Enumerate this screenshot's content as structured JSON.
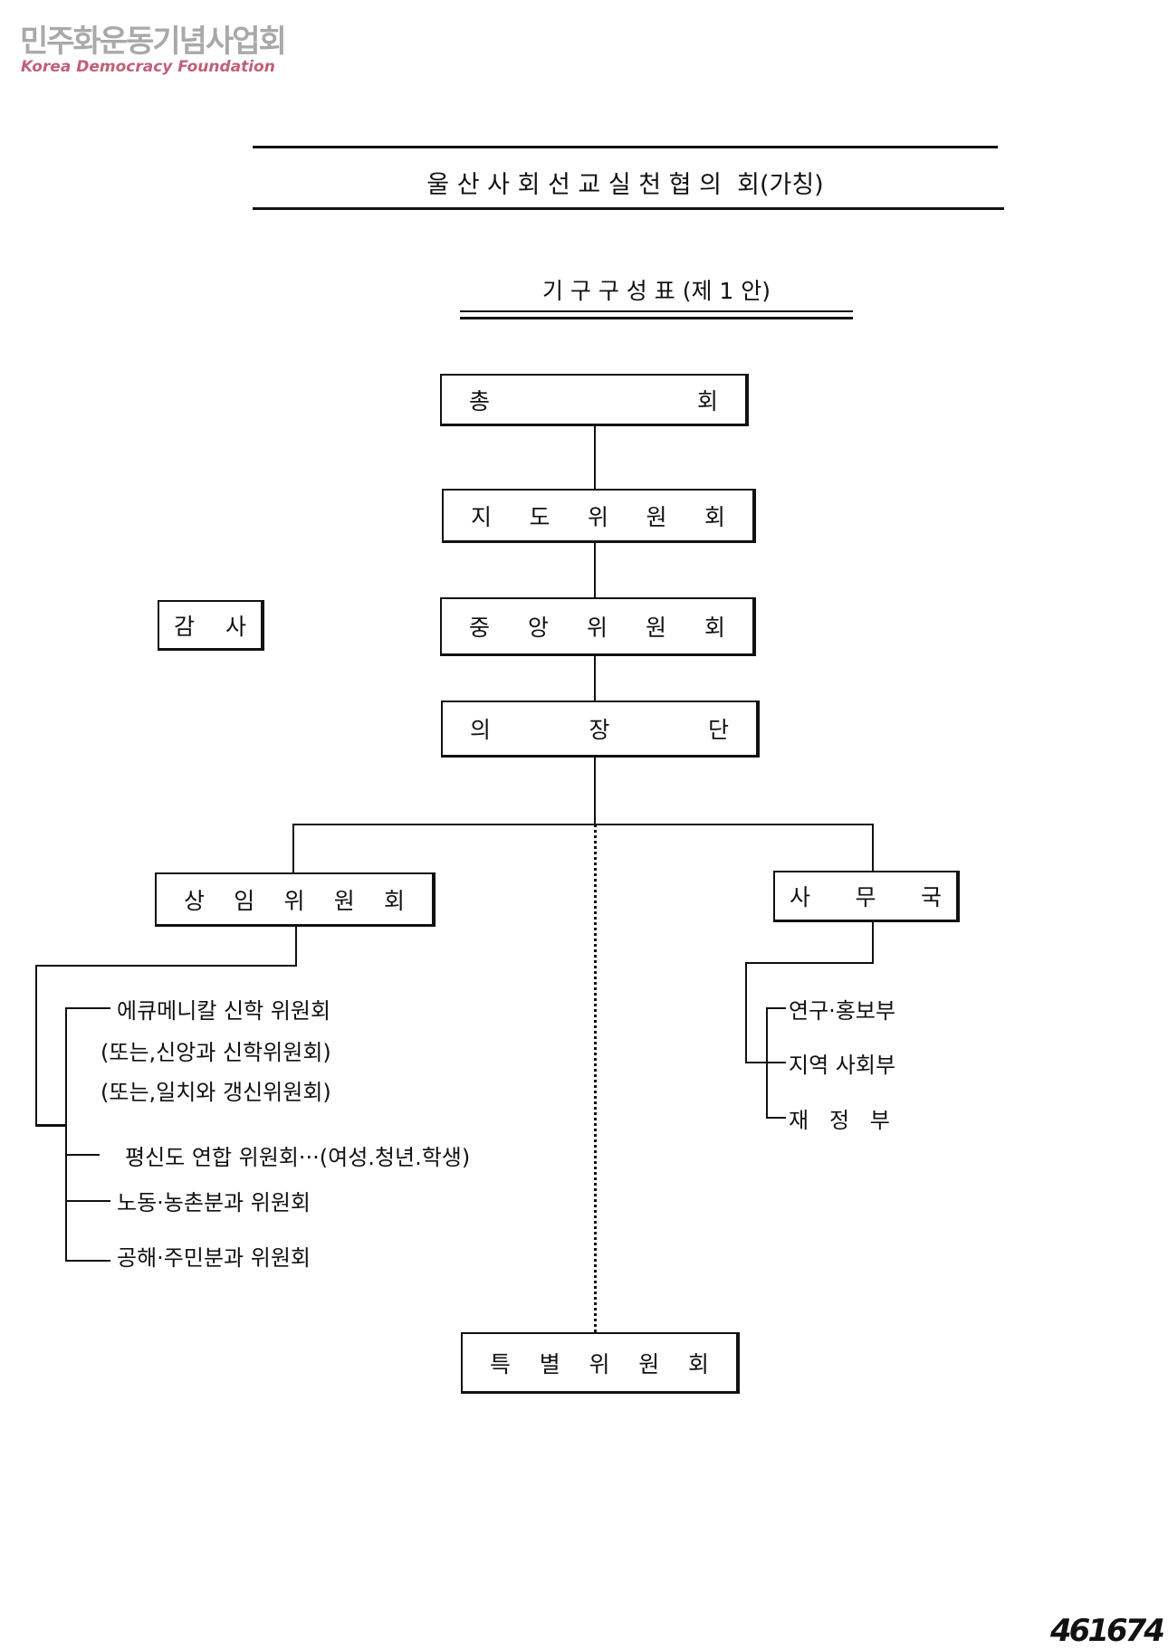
{
  "logo": {
    "korean": "민주화운동기념사업회",
    "english": "Korea Democracy Foundation"
  },
  "document": {
    "title": "울 산 사 회 선 교 실 천 협 의  회(가칭)",
    "subtitle": "기 구 구 성 표 (제 1 안)",
    "doc_number": "461674"
  },
  "org": {
    "general_assembly": [
      "총",
      "회"
    ],
    "steering_committee": [
      "지",
      "도",
      "위",
      "원",
      "회"
    ],
    "central_committee": [
      "중",
      "앙",
      "위",
      "원",
      "회"
    ],
    "auditor": [
      "감",
      "사"
    ],
    "chairs": [
      "의",
      "장",
      "단"
    ],
    "standing_committee": [
      "상",
      "임",
      "위",
      "원",
      "회"
    ],
    "secretariat": [
      "사",
      "무",
      "국"
    ],
    "special_committee": [
      "특",
      "별",
      "위",
      "원",
      "회"
    ],
    "standing_subcommittees": [
      "에큐메니칼 신학 위원회",
      "(또는,신앙과 신학위원회)",
      "(또는,일치와 갱신위원회)",
      "평신도 연합 위원회···(여성.청년.학생)",
      "노동·농촌분과 위원회",
      "공해·주민분과 위원회"
    ],
    "secretariat_departments": [
      "연구·홍보부",
      "지역 사회부",
      "재   정   부"
    ]
  }
}
